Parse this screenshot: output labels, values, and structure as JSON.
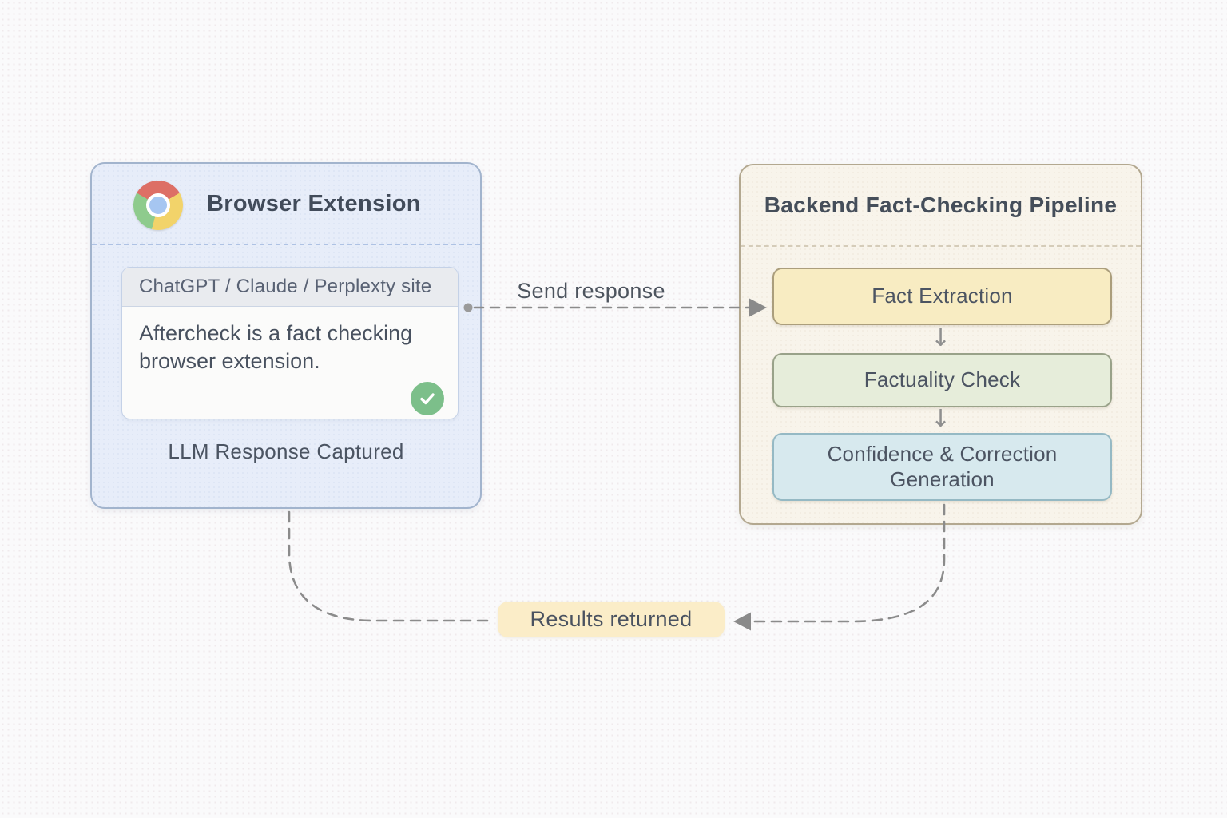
{
  "diagram": {
    "left_panel": {
      "title": "Browser Extension",
      "icon": "chrome-browser",
      "site_card": {
        "header": "ChatGPT / Claude / Perplexty site",
        "body": "Aftercheck is a fact checking browser extension.",
        "status_icon": "check-circle"
      },
      "caption": "LLM Response Captured"
    },
    "right_panel": {
      "title": "Backend Fact-Checking Pipeline",
      "steps": [
        {
          "label": "Fact Extraction",
          "color": "#f8ecc2"
        },
        {
          "label": "Factuality Check",
          "color": "#e6edda"
        },
        {
          "label": "Confidence & Correction Generation",
          "color": "#d7e9ee"
        }
      ],
      "arrow_glyph": "↓"
    },
    "connectors": {
      "send_response_label": "Send response",
      "results_returned_label": "Results returned"
    },
    "colors": {
      "left_panel_bg": "#e7edf9",
      "right_panel_bg": "#f8f4eb",
      "check_green": "#7cbf8a",
      "results_pill_bg": "#fbedc8",
      "connector_gray": "#8b8b8b",
      "chrome_red": "#dd6f66",
      "chrome_yellow": "#f2d36a",
      "chrome_green": "#8ecb8d",
      "chrome_blue": "#a6c6f1"
    }
  }
}
